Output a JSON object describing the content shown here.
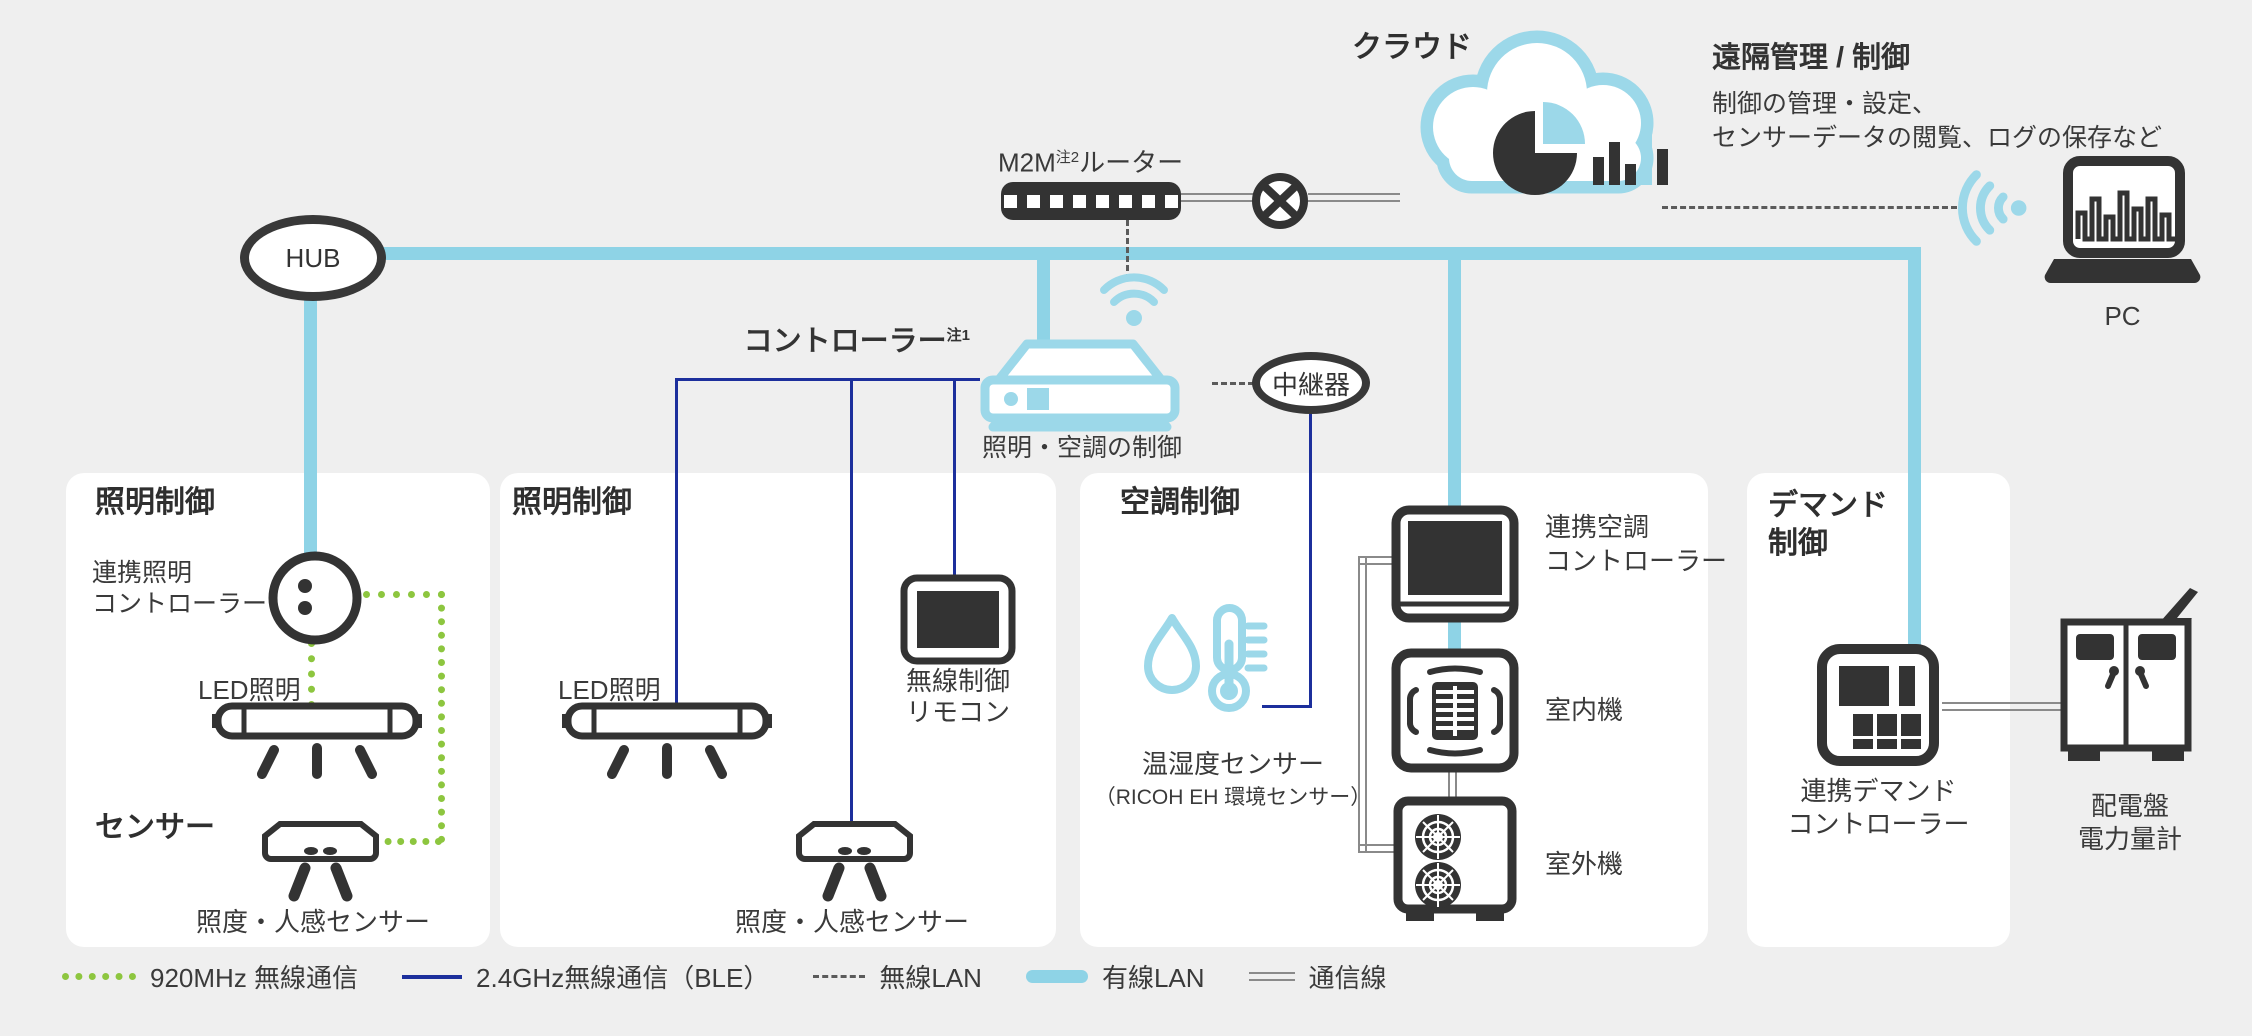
{
  "colors": {
    "background": "#efefef",
    "panel": "#ffffff",
    "dark_icon": "#333333",
    "wired_lan_blue": "#8ed3e6",
    "icon_light_blue": "#9cd8e9",
    "ble_navy": "#1c2f9c",
    "mhz920_green": "#8dc63f",
    "comm_gray": "#8a8a8a"
  },
  "cloud": {
    "label": "クラウド"
  },
  "remote_mgmt": {
    "title": "遠隔管理 / 制御",
    "desc_line1": "制御の管理・設定、",
    "desc_line2": "センサーデータの閲覧、ログの保存など"
  },
  "pc": {
    "label": "PC"
  },
  "m2m_router": {
    "name": "M2M",
    "sup": "注2",
    "suffix": "ルーター"
  },
  "hub": {
    "label": "HUB"
  },
  "controller": {
    "name": "コントローラー",
    "sup": "注1",
    "caption": "照明・空調の制御"
  },
  "repeater": {
    "label": "中継器"
  },
  "panel_lighting1": {
    "title": "照明制御",
    "linked_controller_l1": "連携照明",
    "linked_controller_l2": "コントローラー",
    "led": "LED照明",
    "sensor_heading": "センサー",
    "sensor_label": "照度・人感センサー"
  },
  "panel_lighting2": {
    "title": "照明制御",
    "led": "LED照明",
    "remote_l1": "無線制御",
    "remote_l2": "リモコン",
    "sensor_label": "照度・人感センサー"
  },
  "panel_hvac": {
    "title": "空調制御",
    "temp_sensor": "温湿度センサー",
    "temp_sensor_sub": "（RICOH EH 環境センサー）",
    "ac_controller_l1": "連携空調",
    "ac_controller_l2": "コントローラー",
    "indoor": "室内機",
    "outdoor": "室外機"
  },
  "panel_demand": {
    "title_l1": "デマンド",
    "title_l2": "制御",
    "controller_l1": "連携デマンド",
    "controller_l2": "コントローラー"
  },
  "switchboard": {
    "label_l1": "配電盤",
    "label_l2": "電力量計"
  },
  "legend": {
    "mhz920": "920MHz 無線通信",
    "ble": "2.4GHz無線通信（BLE）",
    "wlan": "無線LAN",
    "lan": "有線LAN",
    "comm": "通信線"
  }
}
